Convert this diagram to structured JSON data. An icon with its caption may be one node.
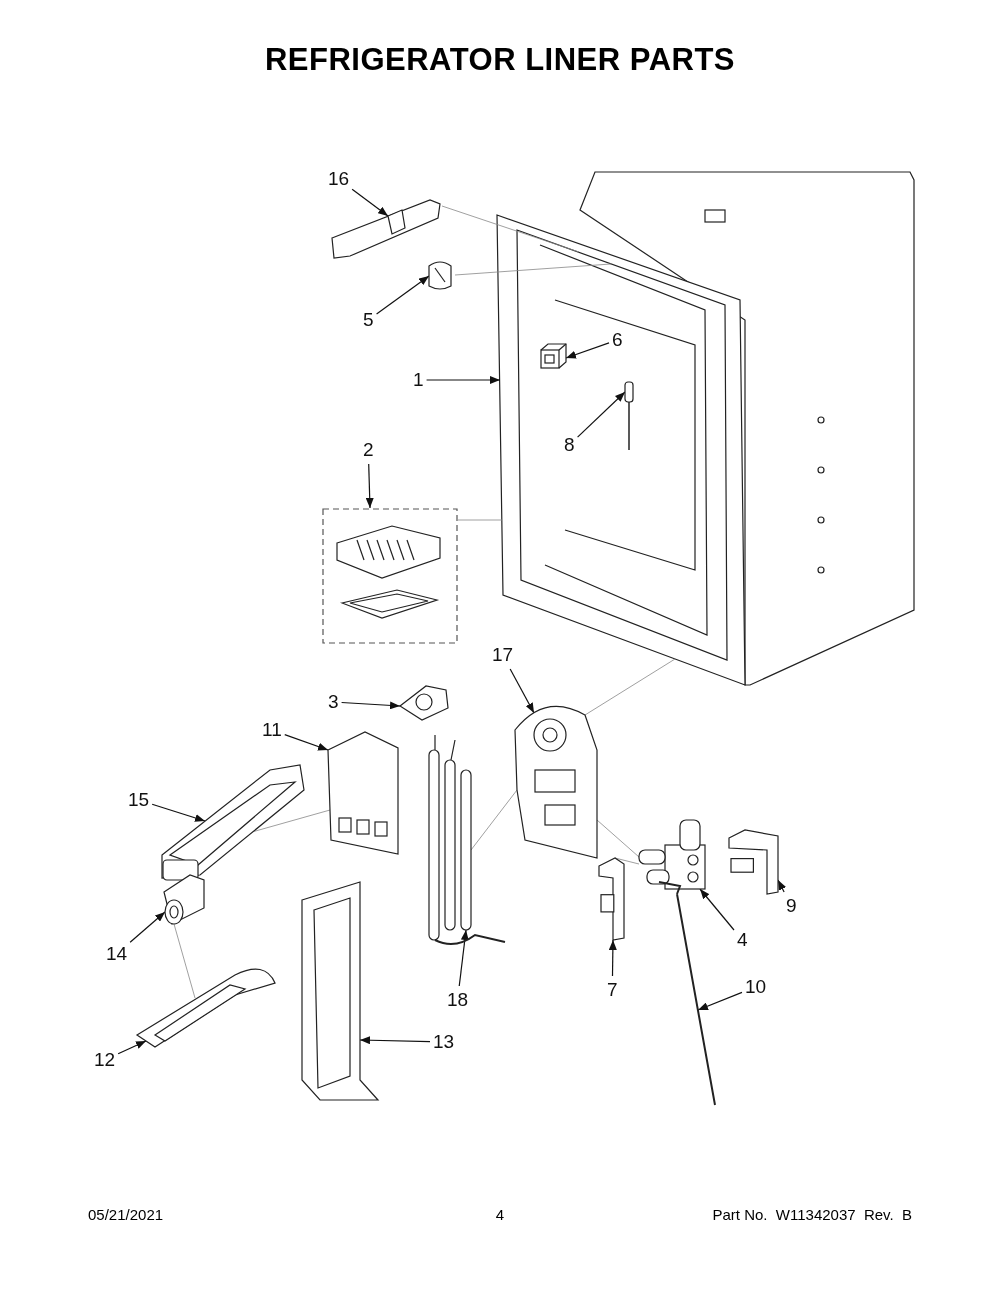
{
  "diagram": {
    "title": "REFRIGERATOR LINER PARTS",
    "nodes": [
      {
        "text": [
          "16"
        ]
      },
      {
        "text": [
          "5"
        ]
      },
      {
        "text": [
          "6"
        ]
      },
      {
        "text": [
          "1"
        ]
      },
      {
        "text": [
          "8"
        ]
      },
      {
        "text": [
          "2"
        ]
      },
      {
        "text": [
          "17"
        ]
      },
      {
        "text": [
          "3"
        ]
      },
      {
        "text": [
          "11"
        ]
      },
      {
        "text": [
          "15"
        ]
      },
      {
        "text": [
          "9"
        ]
      },
      {
        "text": [
          "4"
        ]
      },
      {
        "text": [
          "14"
        ]
      },
      {
        "text": [
          "18"
        ]
      },
      {
        "text": [
          "7"
        ]
      },
      {
        "text": [
          "10"
        ]
      },
      {
        "text": [
          "13"
        ]
      },
      {
        "text": [
          "12"
        ]
      },
      {
        "text": [],
        "shape": "picture"
      },
      {
        "text": [],
        "shape": "picture"
      },
      {
        "text": [],
        "shape": "picture"
      },
      {
        "text": [],
        "shape": "picture"
      },
      {
        "text": [],
        "shape": "picture"
      },
      {
        "text": [],
        "shape": "box"
      },
      {
        "text": [],
        "shape": "picture"
      },
      {
        "text": [],
        "shape": "picture"
      },
      {
        "text": [],
        "shape": "picture"
      },
      {
        "text": [],
        "shape": "picture"
      },
      {
        "text": [],
        "shape": "picture"
      },
      {
        "text": [],
        "shape": "picture"
      },
      {
        "text": [],
        "shape": "picture"
      },
      {
        "text": [],
        "shape": "picture"
      },
      {
        "text": [],
        "shape": "picture"
      },
      {
        "text": [],
        "shape": "picture"
      },
      {
        "text": [],
        "shape": "picture"
      },
      {
        "text": [],
        "shape": "picture"
      }
    ],
    "edges": [
      {
        "from": 0,
        "to": 18,
        "arrow": "to"
      },
      {
        "from": 1,
        "to": 19,
        "arrow": "to"
      },
      {
        "from": 2,
        "to": 20,
        "arrow": "to"
      },
      {
        "from": 3,
        "to": 21,
        "arrow": "to"
      },
      {
        "from": 4,
        "to": 22,
        "arrow": "to"
      },
      {
        "from": 5,
        "to": 23,
        "arrow": "to"
      },
      {
        "from": 6,
        "to": 24,
        "arrow": "to"
      },
      {
        "from": 7,
        "to": 25,
        "arrow": "to"
      },
      {
        "from": 8,
        "to": 26,
        "arrow": "to"
      },
      {
        "from": 9,
        "to": 27,
        "arrow": "to"
      },
      {
        "from": 10,
        "to": 28,
        "arrow": "to"
      },
      {
        "from": 11,
        "to": 29,
        "arrow": "to"
      },
      {
        "from": 12,
        "to": 30,
        "arrow": "to"
      },
      {
        "from": 13,
        "to": 31,
        "arrow": "to"
      },
      {
        "from": 14,
        "to": 32,
        "arrow": "to"
      },
      {
        "from": 15,
        "to": 33,
        "arrow": "to"
      },
      {
        "from": 16,
        "to": 34,
        "arrow": "to"
      },
      {
        "from": 17,
        "to": 35,
        "arrow": "to"
      },
      {
        "from": 18,
        "to": 21,
        "arrow": "none",
        "color": "#888888"
      },
      {
        "from": 19,
        "to": 21,
        "arrow": "none",
        "color": "#888888"
      },
      {
        "from": 23,
        "to": 21,
        "arrow": "none",
        "color": "#888888"
      },
      {
        "from": 24,
        "to": 21,
        "arrow": "none",
        "color": "#888888"
      },
      {
        "from": 26,
        "to": 27,
        "arrow": "none",
        "color": "#888888"
      },
      {
        "from": 31,
        "to": 24,
        "arrow": "none",
        "color": "#888888"
      },
      {
        "from": 29,
        "to": 24,
        "arrow": "none",
        "color": "#888888"
      },
      {
        "from": 30,
        "to": 35,
        "arrow": "none",
        "color": "#888888"
      },
      {
        "from": 32,
        "to": 29,
        "arrow": "none",
        "color": "#888888"
      }
    ],
    "labels": [
      "05/21/2021",
      "4",
      "Part No.  W11342037  Rev.  B"
    ]
  }
}
